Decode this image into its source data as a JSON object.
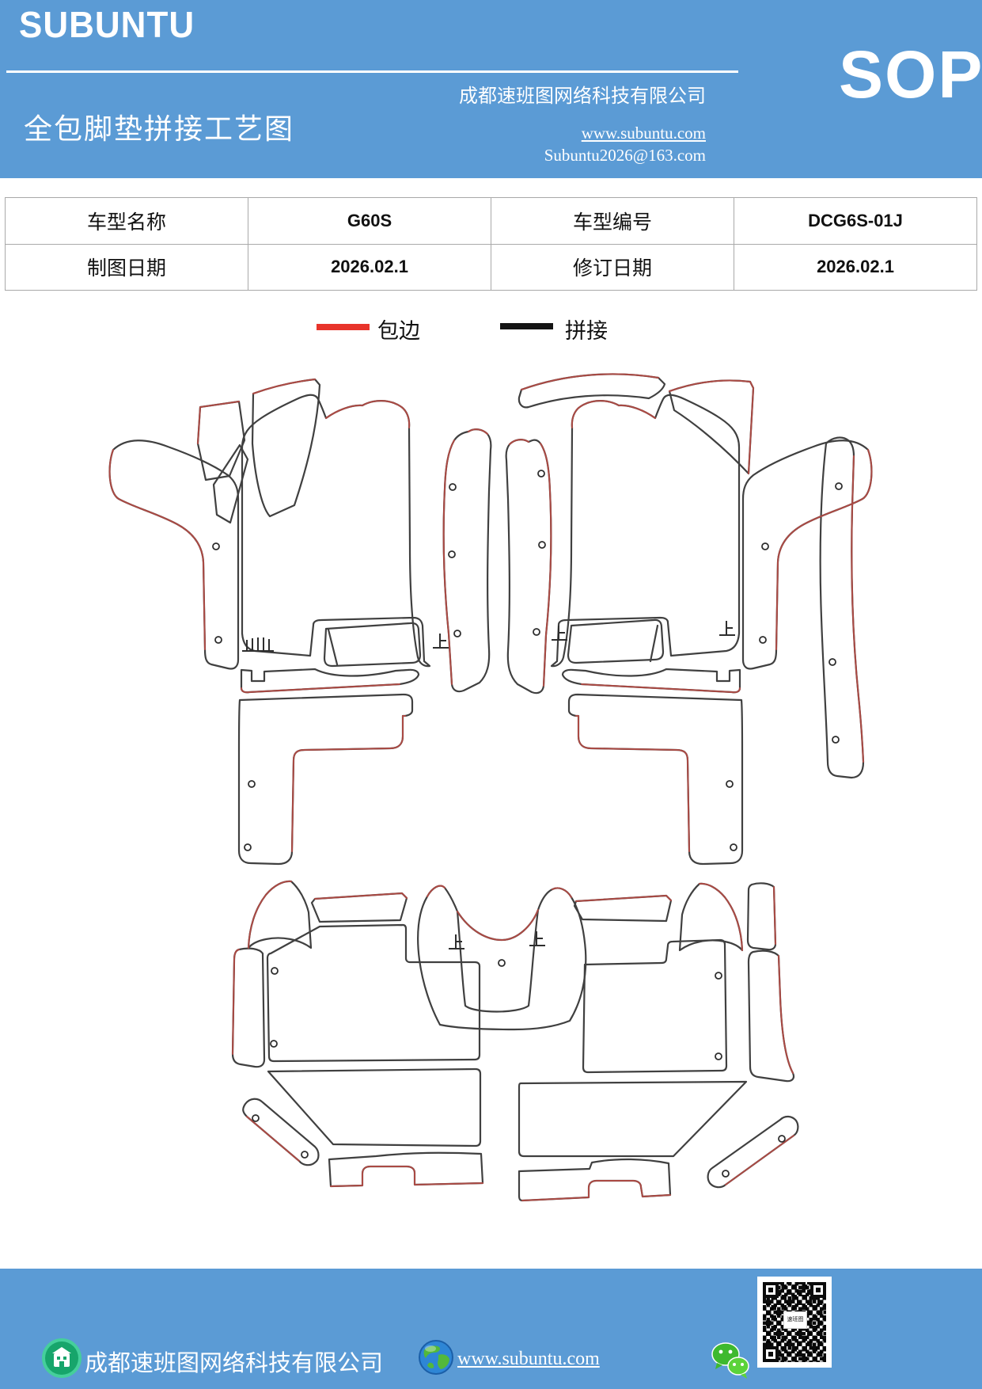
{
  "header": {
    "logo": "SUBUNTU",
    "doc_title": "全包脚垫拼接工艺图",
    "company": "成都速班图网络科技有限公司",
    "website": "www.subuntu.com",
    "email": "Subuntu2026@163.com",
    "badge": "SOP",
    "band_color": "#5b9bd5"
  },
  "info_table": {
    "rows": [
      {
        "cells": [
          "车型名称",
          "G60S",
          "车型编号",
          "DCG6S-01J"
        ]
      },
      {
        "cells": [
          "制图日期",
          "2026.02.1",
          "修订日期",
          "2026.02.1"
        ]
      }
    ]
  },
  "legend": {
    "items": [
      {
        "label": "包边",
        "color": "#e8342b"
      },
      {
        "label": "拼接",
        "color": "#141414"
      }
    ]
  },
  "diagram": {
    "outline_color": "#404040",
    "edge_wrap_color": "#ab4a44"
  },
  "footer": {
    "company": "成都速班图网络科技有限公司",
    "website": "www.subuntu.com",
    "band_color": "#5b9bd5"
  }
}
